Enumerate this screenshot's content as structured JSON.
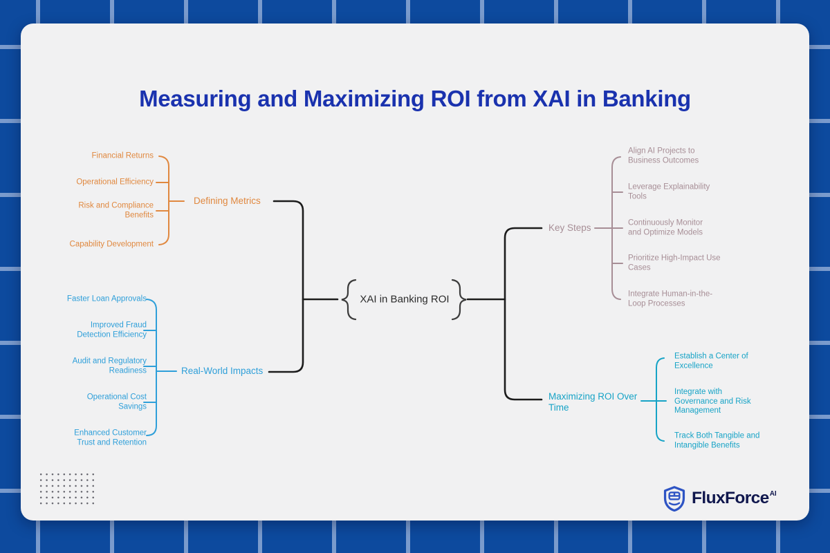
{
  "title": "Measuring and Maximizing ROI from XAI in Banking",
  "center": {
    "label": "XAI in Banking ROI"
  },
  "branches": {
    "defining_metrics": {
      "label": "Defining Metrics",
      "color": "#e0883f",
      "children": [
        "Financial Returns",
        "Operational Efficiency",
        "Risk and Compliance Benefits",
        "Capability Development"
      ]
    },
    "real_world_impacts": {
      "label": "Real-World Impacts",
      "color": "#2e9fd9",
      "children": [
        "Faster Loan Approvals",
        "Improved Fraud Detection Efficiency",
        "Audit and Regulatory Readiness",
        "Operational Cost Savings",
        "Enhanced Customer Trust and Retention"
      ]
    },
    "key_steps": {
      "label": "Key Steps",
      "color": "#a78e96",
      "children": [
        "Align AI Projects to Business Outcomes",
        "Leverage Explainability Tools",
        "Continuously Monitor and Optimize Models",
        "Prioritize High-Impact Use Cases",
        "Integrate Human-in-the-Loop Processes"
      ]
    },
    "maximizing_roi": {
      "label": "Maximizing ROI Over Time",
      "color": "#16a3c6",
      "children": [
        "Establish a Center of Excellence",
        "Integrate with Governance and Risk Management",
        "Track Both Tangible and Intangible Benefits"
      ]
    }
  },
  "logo": {
    "brand": "FluxForce",
    "suffix": "AI",
    "icon": "shield-icon"
  },
  "colors": {
    "background": "#0d4a9e",
    "grid_line": "#7a9bcd",
    "card": "#f1f1f2",
    "title": "#1a32ae",
    "connector": "#1c1c1c",
    "brace": "#3c3c3c",
    "logo_navy": "#10174d",
    "shield_blue": "#2e54c4"
  }
}
